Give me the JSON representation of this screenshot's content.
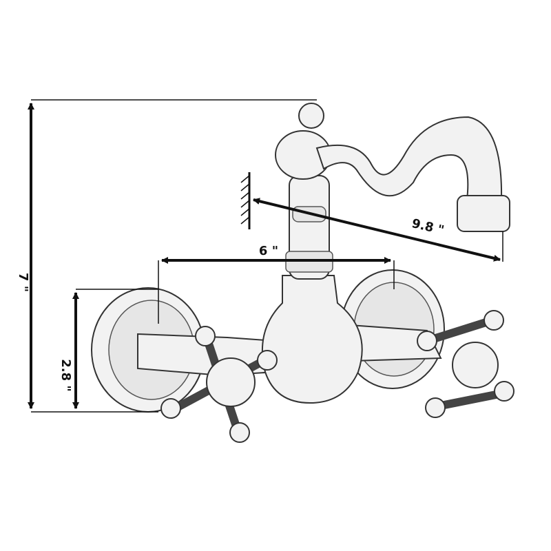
{
  "dimensions": {
    "total_height": "7 \"",
    "plate_height": "2.8 \"",
    "center_distance": "6 \"",
    "spout_reach": "9.8 \""
  },
  "colors": {
    "line": "#111111",
    "sketch": "#333333",
    "background": "#ffffff"
  }
}
